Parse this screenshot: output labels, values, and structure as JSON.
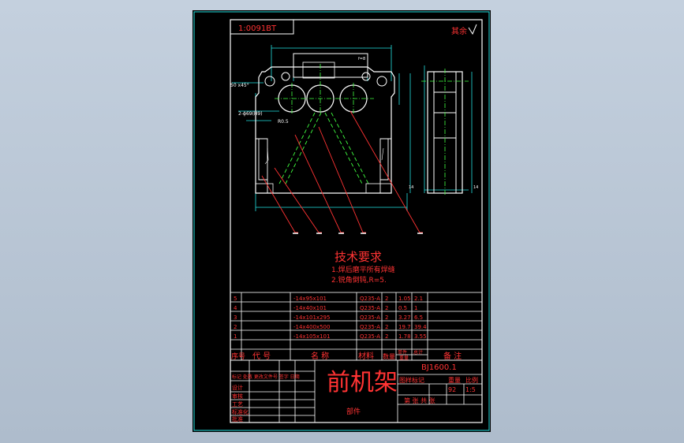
{
  "drawing_no_box": "1:0091BT",
  "roughness_note": "其余",
  "tech_req": {
    "title": "技术要求",
    "line1": "1.焊后磨平所有焊缝",
    "line2": "2.锐角倒钝,R=5."
  },
  "parts_rows": [
    {
      "no": "5",
      "spec": "-14x95x101",
      "mat": "Q235-A",
      "qty": "2",
      "w1": "1.05",
      "w2": "2.1"
    },
    {
      "no": "4",
      "spec": "-14x40x101",
      "mat": "Q235-A",
      "qty": "2",
      "w1": "0.5",
      "w2": "1"
    },
    {
      "no": "3",
      "spec": "-14x101x295",
      "mat": "Q235-A",
      "qty": "2",
      "w1": "3.27",
      "w2": "6.5"
    },
    {
      "no": "2",
      "spec": "-14x400x500",
      "mat": "Q235-A",
      "qty": "2",
      "w1": "19.7",
      "w2": "39.4"
    },
    {
      "no": "1",
      "spec": "-14x105x101",
      "mat": "Q235-A",
      "qty": "2",
      "w1": "1.78",
      "w2": "3.55"
    }
  ],
  "parts_header": {
    "no": "序号",
    "code": "代 号",
    "name": "名 称",
    "mat": "材料",
    "qty": "数量",
    "w_single": "单件",
    "w_total": "总计",
    "weight": "重量",
    "remark": "备 注"
  },
  "title_block": {
    "part_name": "前机架",
    "drawing_code": "BJ1600.1",
    "stage": "图样标记",
    "weight_label": "重量",
    "scale_label": "比例",
    "weight": "92",
    "scale": "1:5",
    "sheets": "第  张   共  张",
    "type": "部件",
    "sign_rows": [
      "标记 处数 更改文件号 签字 日期",
      "设计",
      "审核",
      "工艺",
      "标准化",
      "批准"
    ]
  },
  "colors": {
    "frame": "#22e0e0",
    "geometry": "#ffffff",
    "dims": "#22e0e0",
    "leaders": "#ff3333",
    "hidden": "#40ff40",
    "text": "#ff3333"
  }
}
